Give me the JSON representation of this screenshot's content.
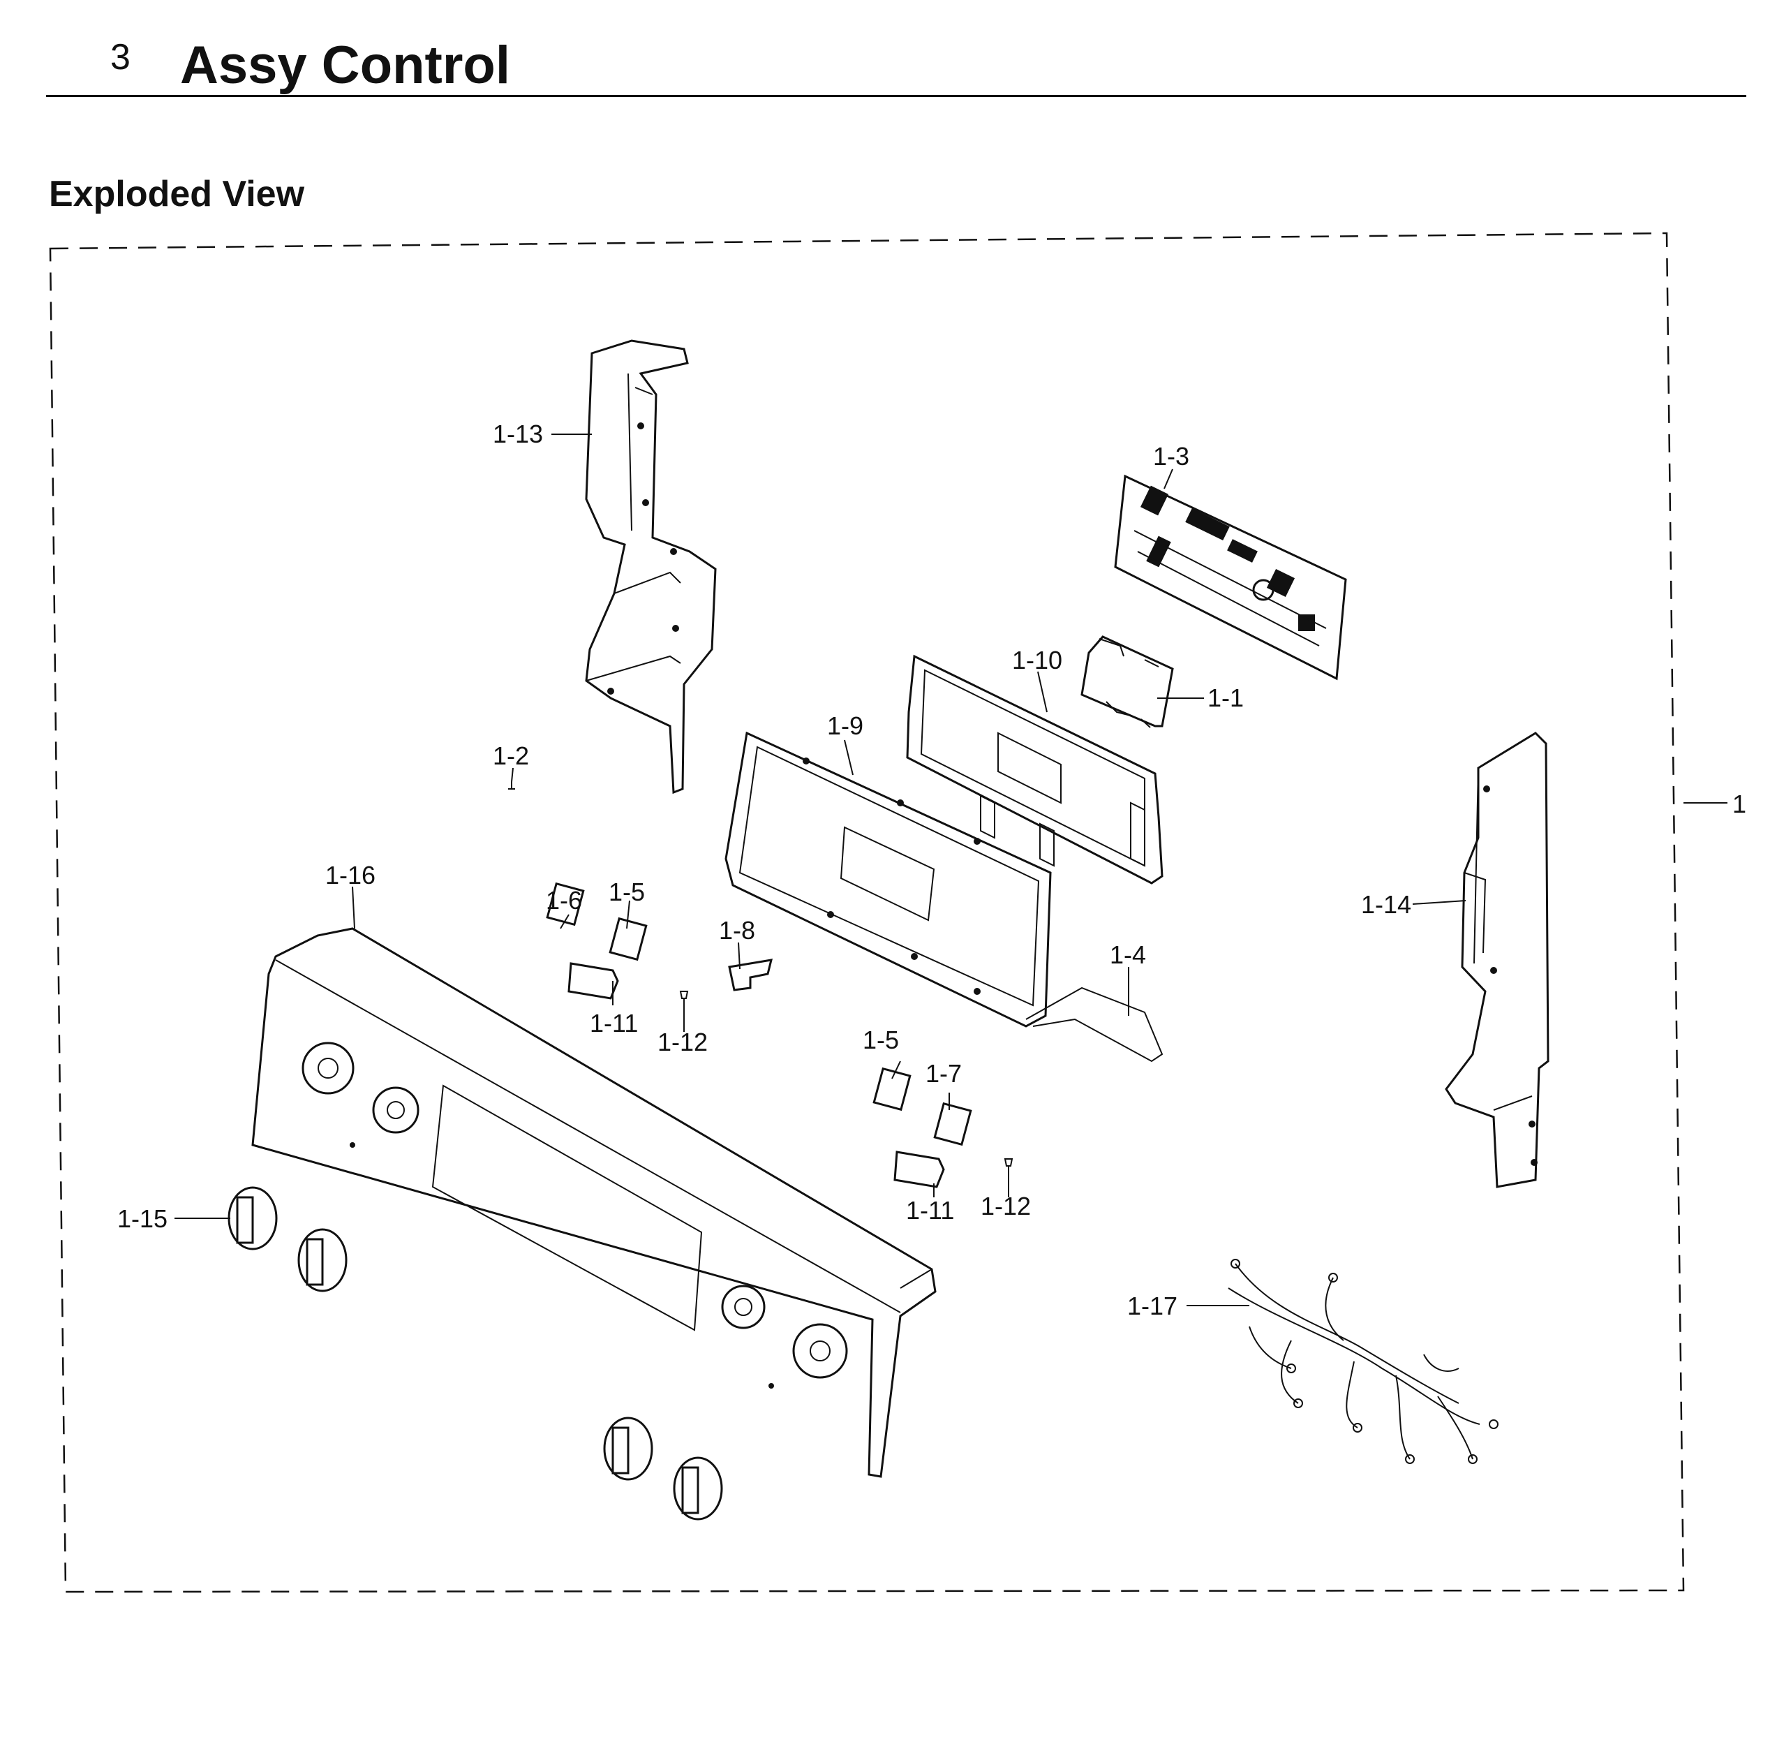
{
  "header": {
    "section_number": "3",
    "title": "Assy Control"
  },
  "view": {
    "title": "Exploded View"
  },
  "callouts": [
    {
      "id": "c1-13",
      "label": "1-13"
    },
    {
      "id": "c1-3",
      "label": "1-3"
    },
    {
      "id": "c1-10",
      "label": "1-10"
    },
    {
      "id": "c1-1",
      "label": "1-1"
    },
    {
      "id": "c1-9",
      "label": "1-9"
    },
    {
      "id": "c1-2",
      "label": "1-2"
    },
    {
      "id": "c1",
      "label": "1"
    },
    {
      "id": "c1-6",
      "label": "1-6"
    },
    {
      "id": "c1-5a",
      "label": "1-5"
    },
    {
      "id": "c1-16",
      "label": "1-16"
    },
    {
      "id": "c1-14",
      "label": "1-14"
    },
    {
      "id": "c1-8",
      "label": "1-8"
    },
    {
      "id": "c1-4",
      "label": "1-4"
    },
    {
      "id": "c1-11a",
      "label": "1-11"
    },
    {
      "id": "c1-12a",
      "label": "1-12"
    },
    {
      "id": "c1-5b",
      "label": "1-5"
    },
    {
      "id": "c1-7",
      "label": "1-7"
    },
    {
      "id": "c1-11b",
      "label": "1-11"
    },
    {
      "id": "c1-12b",
      "label": "1-12"
    },
    {
      "id": "c1-15",
      "label": "1-15"
    },
    {
      "id": "c1-17",
      "label": "1-17"
    }
  ]
}
